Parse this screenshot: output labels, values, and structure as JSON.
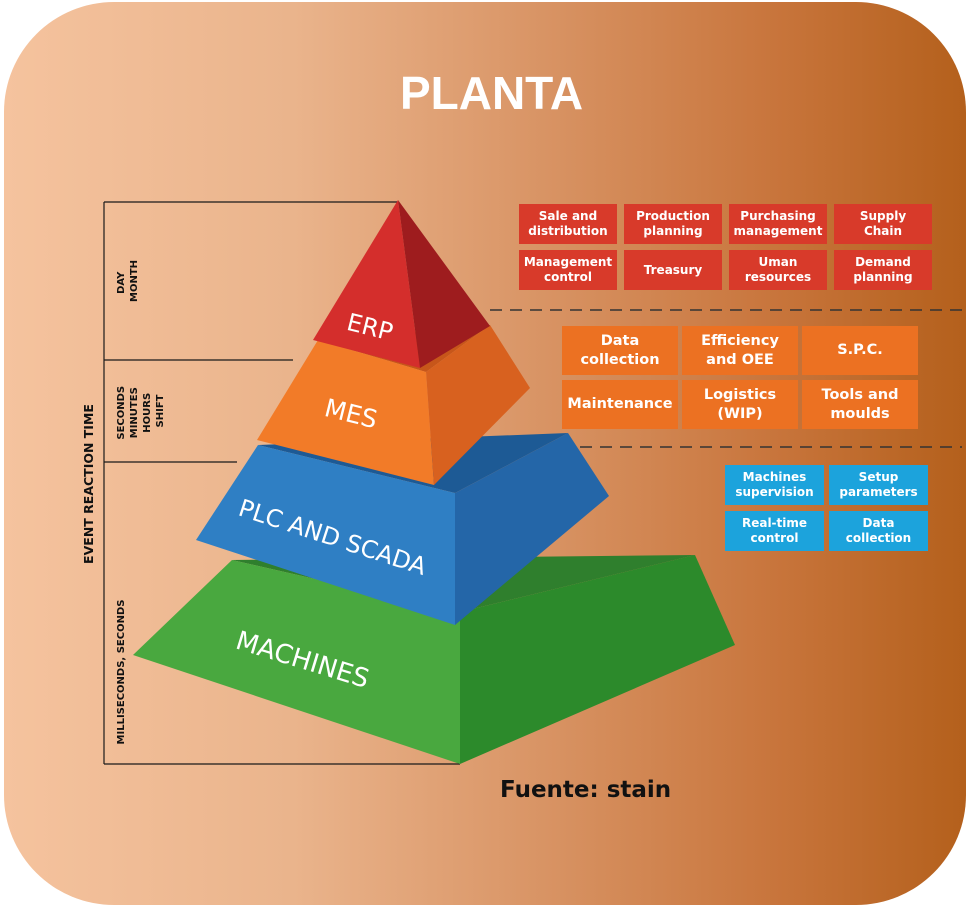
{
  "title": "PLANTA",
  "source": "Fuente: stain",
  "axis": {
    "title": "EVENT REACTION TIME",
    "bands": [
      {
        "label": "DAY\nMONTH"
      },
      {
        "label": "SECONDS\nMINUTES\nHOURS\nSHIFT"
      },
      {
        "label": "MILLISECONDS, SECONDS"
      }
    ]
  },
  "pyramid": [
    {
      "level": "ERP",
      "color": "#c8262a"
    },
    {
      "level": "MES",
      "color": "#ee6e1f"
    },
    {
      "level": "PLC AND SCADA",
      "color": "#2b74b8"
    },
    {
      "level": "MACHINES",
      "color": "#3a9b37"
    }
  ],
  "erp_functions": [
    "Sale and\ndistribution",
    "Production\nplanning",
    "Purchasing\nmanagement",
    "Supply\nChain",
    "Management\ncontrol",
    "Treasury",
    "Uman\nresources",
    "Demand\nplanning"
  ],
  "mes_functions": [
    "Data\ncollection",
    "Efficiency\nand OEE",
    "S.P.C.",
    "Maintenance",
    "Logistics\n(WIP)",
    "Tools and\nmoulds"
  ],
  "plc_functions": [
    "Machines\nsupervision",
    "Setup\nparameters",
    "Real-time\ncontrol",
    "Data\ncollection"
  ]
}
